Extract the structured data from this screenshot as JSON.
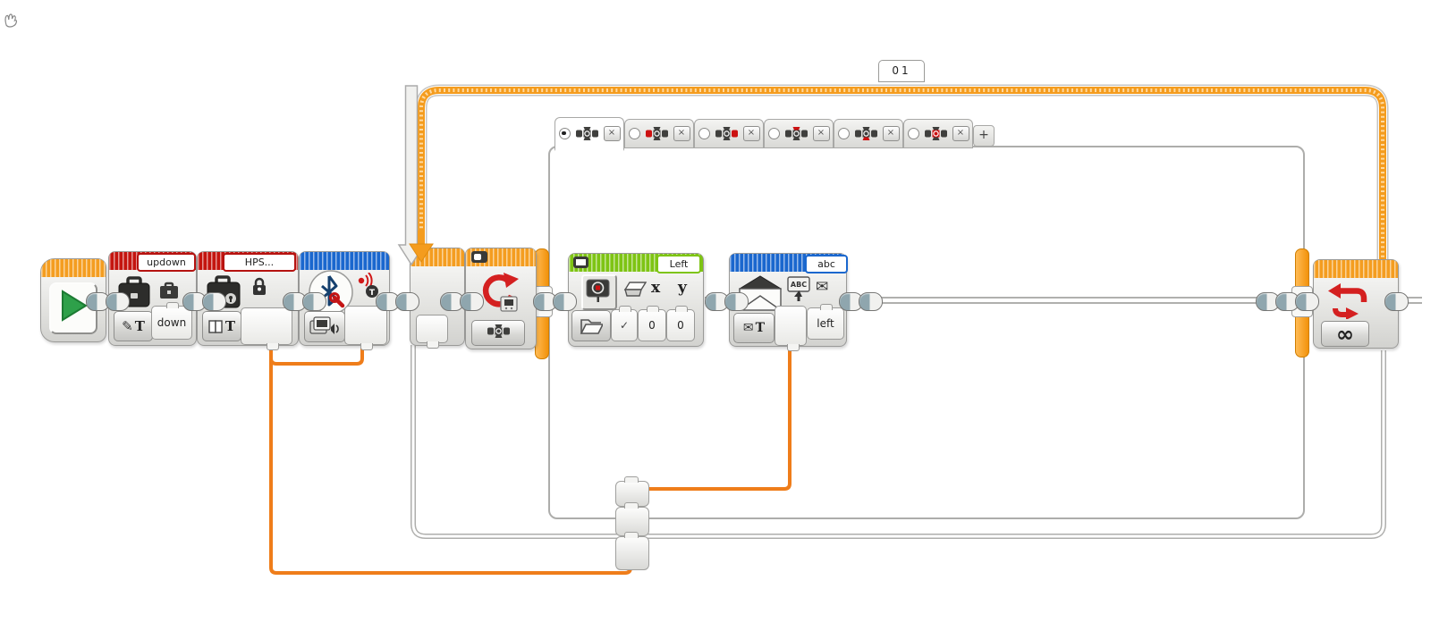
{
  "app": {
    "cursor": "pan-hand"
  },
  "loop": {
    "name": "01",
    "exit_mode_label": "∞"
  },
  "blocks": {
    "start": {},
    "variable_write": {
      "name": "updown",
      "value": "down",
      "mode_letter": "T"
    },
    "constant": {
      "name": "HPS...",
      "mode_letter": "T"
    },
    "bluetooth": {
      "port_letter": "T"
    },
    "display": {
      "name": "Left",
      "x_label": "x",
      "y_label": "y",
      "clear_value": "✓",
      "x_value": "0",
      "y_value": "0"
    },
    "message": {
      "name": "abc",
      "value": "left",
      "mode_letter": "T",
      "screen_text": "ABC"
    }
  },
  "switch_block": {
    "mode": "brick-buttons",
    "add_label": "+",
    "close_label": "×",
    "tabs": [
      {
        "case": "none",
        "selected": true
      },
      {
        "case": "left",
        "selected": false
      },
      {
        "case": "right",
        "selected": false
      },
      {
        "case": "up",
        "selected": false
      },
      {
        "case": "down",
        "selected": false
      },
      {
        "case": "center",
        "selected": false
      }
    ]
  }
}
